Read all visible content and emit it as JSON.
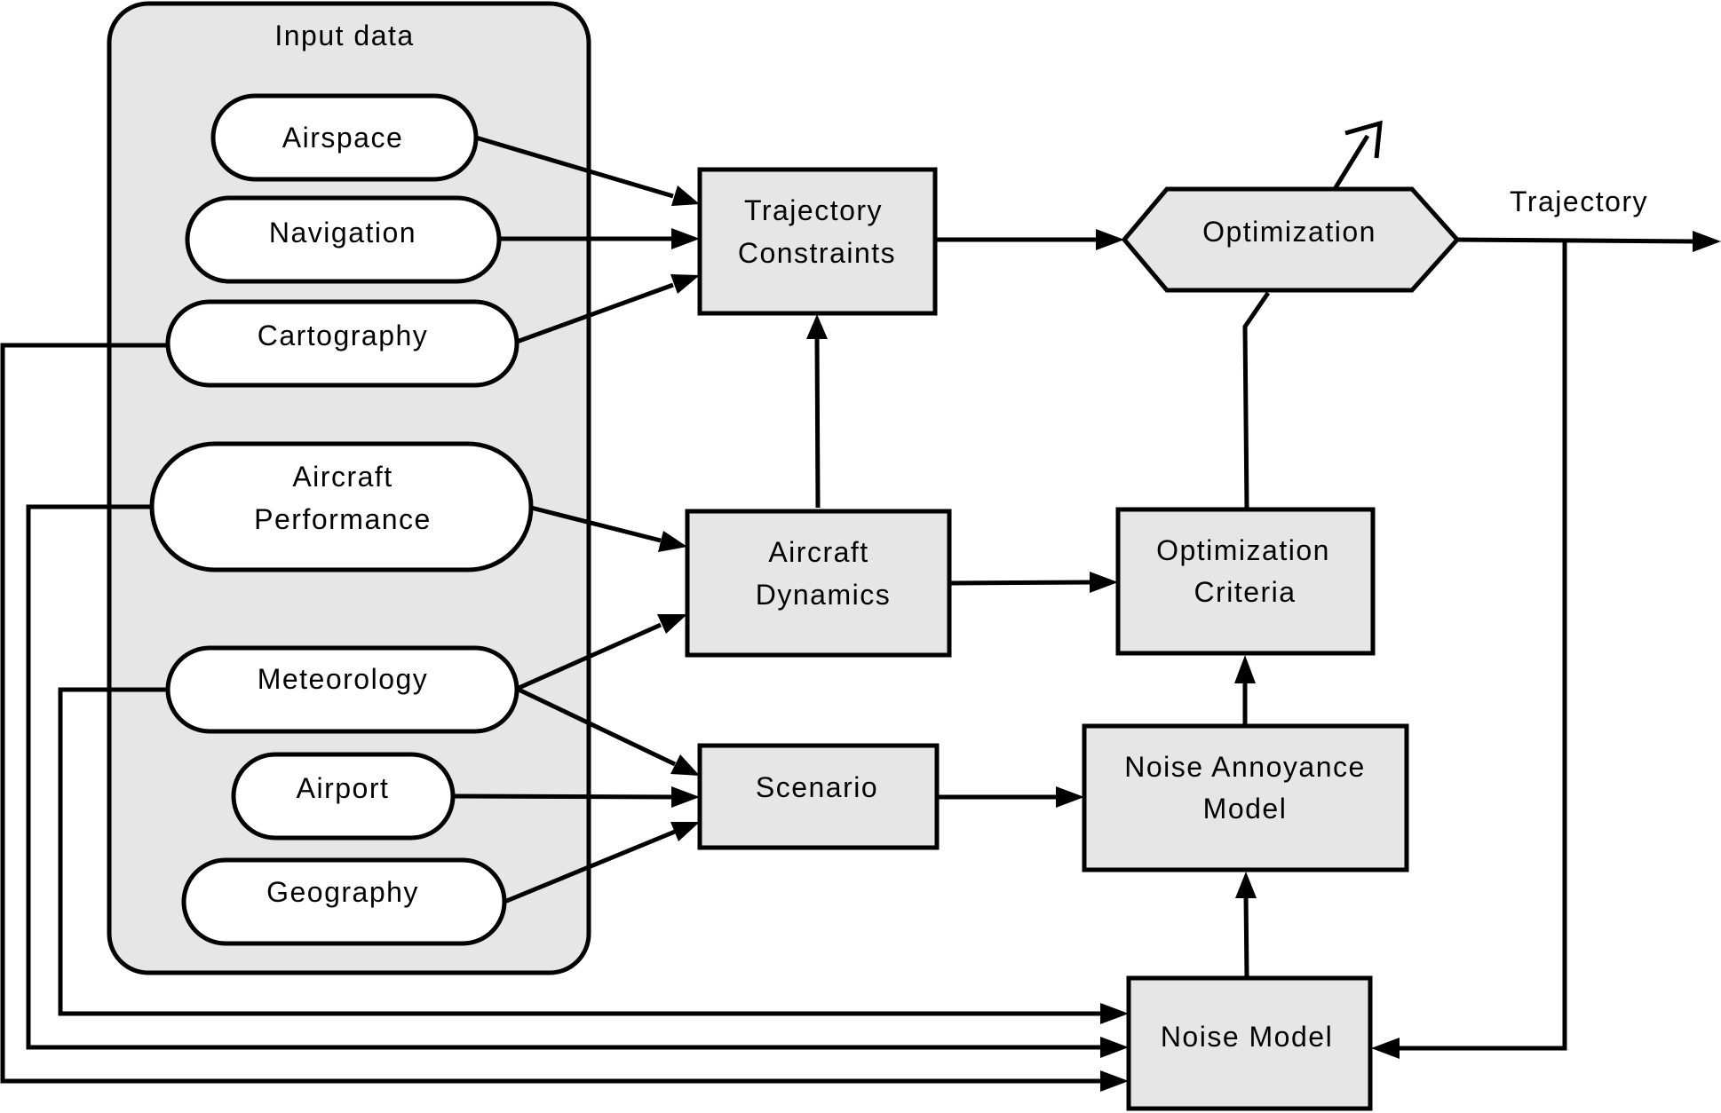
{
  "group": {
    "label": "Input data"
  },
  "inputs": {
    "airspace": "Airspace",
    "navigation": "Navigation",
    "cartography": "Cartography",
    "aircraft_performance": [
      "Aircraft",
      "Performance"
    ],
    "meteorology": "Meteorology",
    "airport": "Airport",
    "geography": "Geography"
  },
  "processes": {
    "trajectory_constraints": [
      "Trajectory",
      "Constraints"
    ],
    "aircraft_dynamics": [
      "Aircraft",
      "Dynamics"
    ],
    "scenario": "Scenario",
    "optimization": "Optimization",
    "optimization_criteria": [
      "Optimization",
      "Criteria"
    ],
    "noise_annoyance_model": [
      "Noise Annoyance",
      "Model"
    ],
    "noise_model": "Noise Model"
  },
  "output": {
    "label": "Trajectory"
  },
  "colors": {
    "box_fill": "#e6e6e6",
    "group_fill": "#e6e6e6",
    "oval_fill": "#ffffff",
    "stroke": "#000000"
  }
}
